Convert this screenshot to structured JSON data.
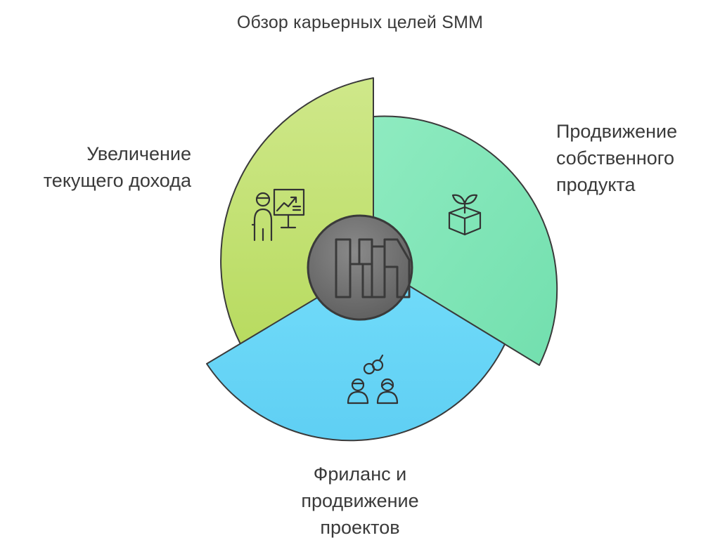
{
  "title": "Обзор карьерных целей SMM",
  "segments": [
    {
      "id": "current-income",
      "lines": [
        "Увеличение",
        "текущего дохода"
      ],
      "color": "#c5e07a",
      "icon": "teacher-growth-chart-icon"
    },
    {
      "id": "own-product",
      "lines": [
        "Продвижение",
        "собственного",
        "продукта"
      ],
      "color": "#86e6b8",
      "icon": "sprout-box-icon"
    },
    {
      "id": "freelance",
      "lines": [
        "Фриланс и",
        "продвижение",
        "проектов"
      ],
      "color": "#6bd6f7",
      "icon": "people-collaboration-icon"
    }
  ],
  "center": {
    "icon": "hub-blocks-icon",
    "color": "#6d6d6d"
  }
}
